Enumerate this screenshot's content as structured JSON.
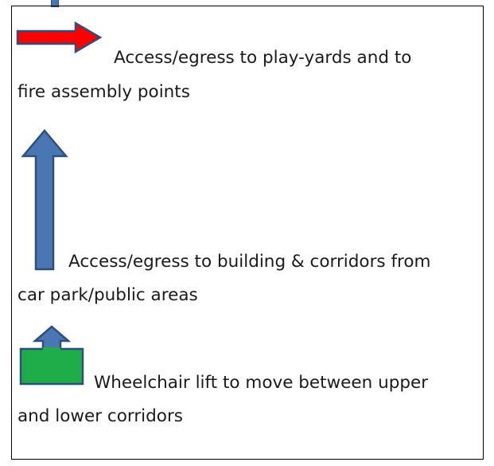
{
  "legend": {
    "items": [
      {
        "icon": "red-right-arrow-icon",
        "color": "#ff0000",
        "outline": "#2e4e7e",
        "line1": "Access/egress to play-yards and to",
        "line2": "fire assembly points"
      },
      {
        "icon": "blue-up-arrow-icon",
        "color": "#4a76b3",
        "outline": "#2e4e7e",
        "line1": "Access/egress to building & corridors from",
        "line2": "car park/public areas"
      },
      {
        "icon": "green-lift-arrow-icon",
        "color": "#1fad4a",
        "arrow_color": "#4a76b3",
        "outline": "#2e4e7e",
        "line1": "Wheelchair lift to move between upper",
        "line2": "and lower corridors"
      }
    ]
  }
}
